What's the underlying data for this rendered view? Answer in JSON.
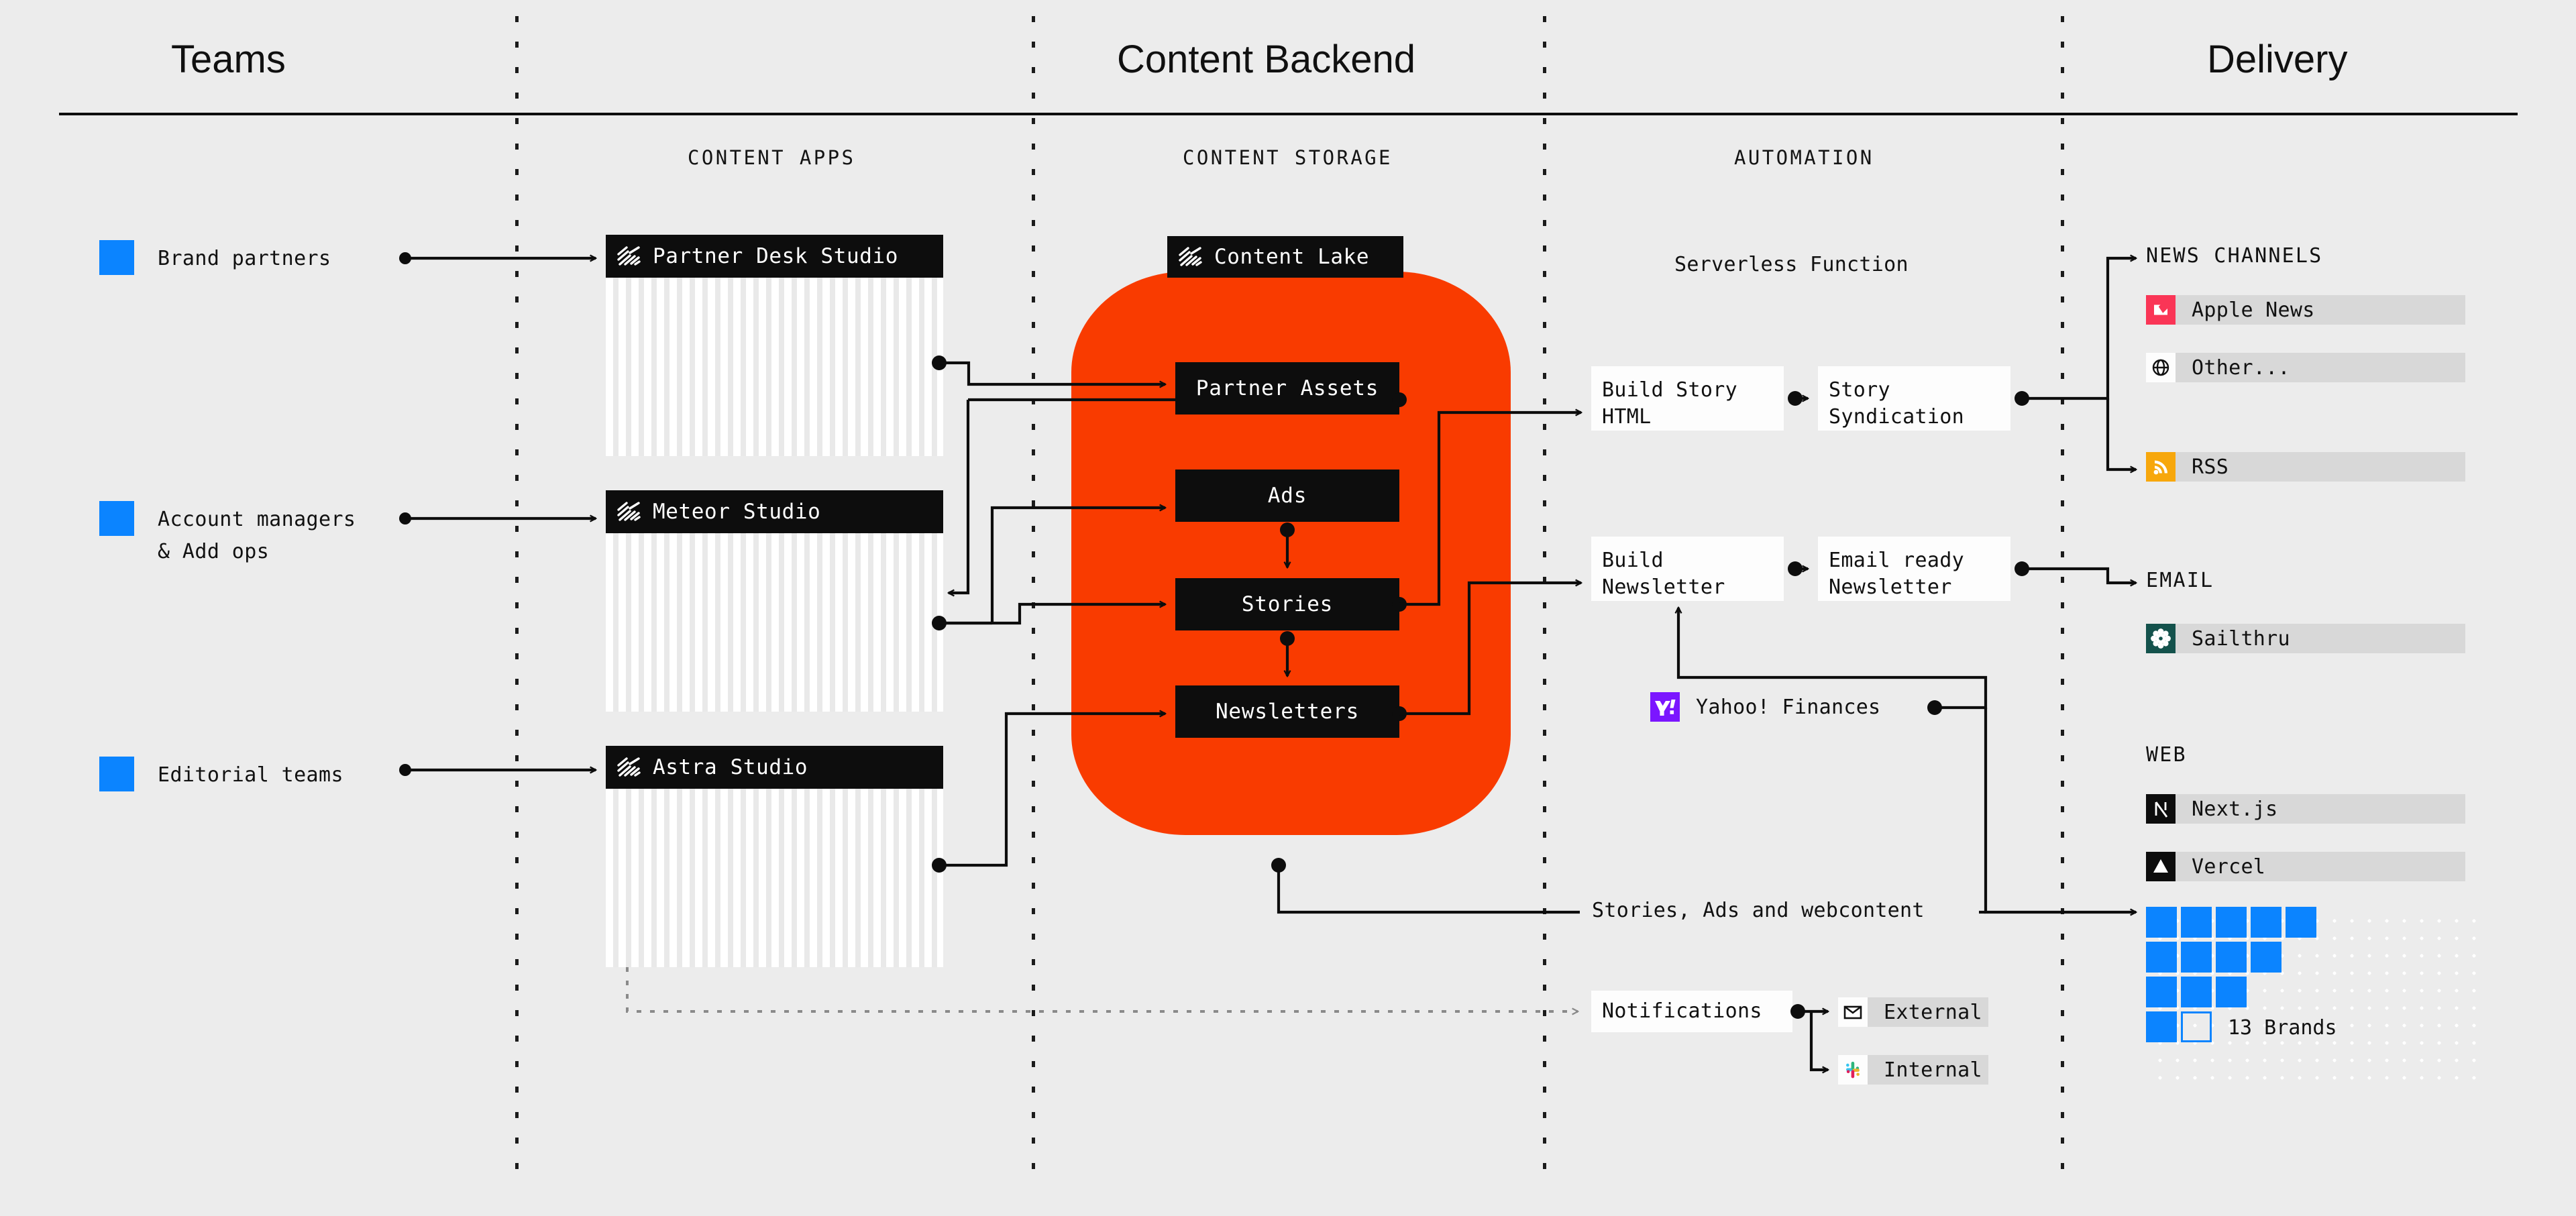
{
  "columns": {
    "teams": "Teams",
    "content_backend": "Content Backend",
    "delivery": "Delivery"
  },
  "subheads": {
    "content_apps": "CONTENT APPS",
    "content_storage": "CONTENT STORAGE",
    "automation": "AUTOMATION"
  },
  "teams": [
    {
      "label": "Brand partners",
      "color": "#0b84ff"
    },
    {
      "label": "Account managers\n& Add ops",
      "color": "#0b84ff"
    },
    {
      "label": "Editorial teams",
      "color": "#0b84ff"
    }
  ],
  "content_apps": [
    {
      "title": "Partner Desk Studio",
      "icon": "sanity-scribble-icon"
    },
    {
      "title": "Meteor Studio",
      "icon": "sanity-scribble-icon"
    },
    {
      "title": "Astra Studio",
      "icon": "sanity-scribble-icon"
    }
  ],
  "content_lake": {
    "title": "Content Lake",
    "icon": "sanity-scribble-icon",
    "color": "#f93b00",
    "datasets": [
      "Partner Assets",
      "Ads",
      "Stories",
      "Newsletters"
    ]
  },
  "automation": {
    "section_label": "Serverless Function",
    "steps": [
      {
        "label": "Build Story\nHTML"
      },
      {
        "label": "Story\nSyndication"
      },
      {
        "label": "Build\nNewsletter"
      },
      {
        "label": "Email ready\nNewsletter"
      }
    ],
    "source_chip": {
      "label": "Yahoo! Finances",
      "icon": "yahoo-icon",
      "color": "#7b16ff"
    },
    "notifications": {
      "label": "Notifications",
      "targets": [
        {
          "label": "External",
          "icon": "envelope-icon"
        },
        {
          "label": "Internal",
          "icon": "slack-icon"
        }
      ]
    },
    "webcontent_label": "Stories, Ads and webcontent"
  },
  "delivery": {
    "groups": [
      {
        "heading": "NEWS CHANNELS",
        "items": [
          {
            "label": "Apple News",
            "icon": "apple-news-icon",
            "color": "#fa3556"
          },
          {
            "label": "Other...",
            "icon": "globe-icon",
            "color": "#ffffff"
          }
        ]
      },
      {
        "heading": "",
        "items": [
          {
            "label": "RSS",
            "icon": "rss-icon",
            "color": "#f7a70c"
          }
        ]
      },
      {
        "heading": "EMAIL",
        "items": [
          {
            "label": "Sailthru",
            "icon": "sailthru-icon",
            "color": "#14524c"
          }
        ]
      },
      {
        "heading": "WEB",
        "items": [
          {
            "label": "Next.js",
            "icon": "nextjs-icon",
            "color": "#0d0d0d"
          },
          {
            "label": "Vercel",
            "icon": "vercel-icon",
            "color": "#0d0d0d"
          }
        ]
      }
    ],
    "brands": {
      "count_label": "13 Brands",
      "filled": 13,
      "color": "#0b84ff"
    }
  }
}
